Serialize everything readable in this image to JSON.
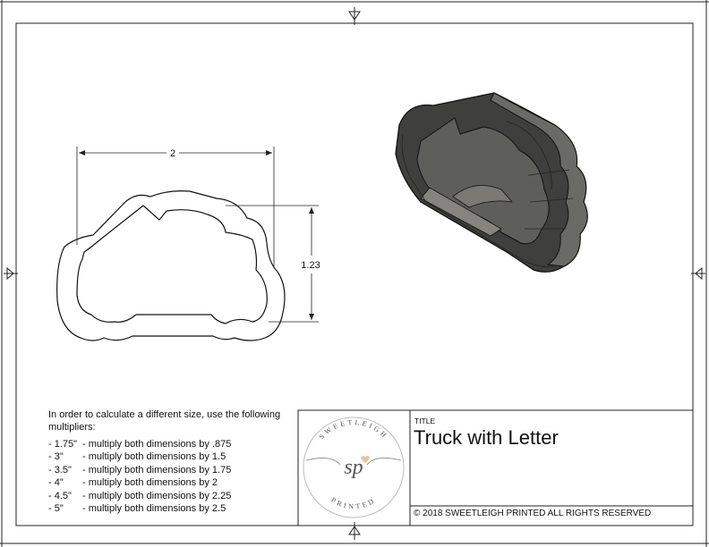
{
  "drawing": {
    "dimension_width": "2",
    "dimension_height": "1.23"
  },
  "instructions": {
    "intro": "In order to calculate a different size, use the following multipliers:",
    "multipliers": [
      {
        "size": "- 1.75\"",
        "text": "- multiply both dimensions by .875"
      },
      {
        "size": "- 3\"",
        "text": "- multiply both dimensions by 1.5"
      },
      {
        "size": "- 3.5\"",
        "text": "- multiply both dimensions by 1.75"
      },
      {
        "size": "- 4\"",
        "text": "- multiply both dimensions by 2"
      },
      {
        "size": "- 4.5\"",
        "text": "- multiply both dimensions by 2.25"
      },
      {
        "size": "- 5\"",
        "text": "- multiply both dimensions by 2.5"
      }
    ]
  },
  "title_block": {
    "title_label": "TITLE",
    "title": "Truck with Letter",
    "copyright": "© 2018  SWEETLEIGH PRINTED  ALL RIGHTS RESERVED"
  },
  "logo": {
    "top_text": "SWEETLEIGH",
    "monogram": "sp",
    "bottom_text": "PRINTED"
  },
  "colors": {
    "line": "#222222",
    "cutter_dark": "#3d3d3d",
    "cutter_mid": "#5a5a58",
    "cutter_light": "#7a7a76"
  }
}
